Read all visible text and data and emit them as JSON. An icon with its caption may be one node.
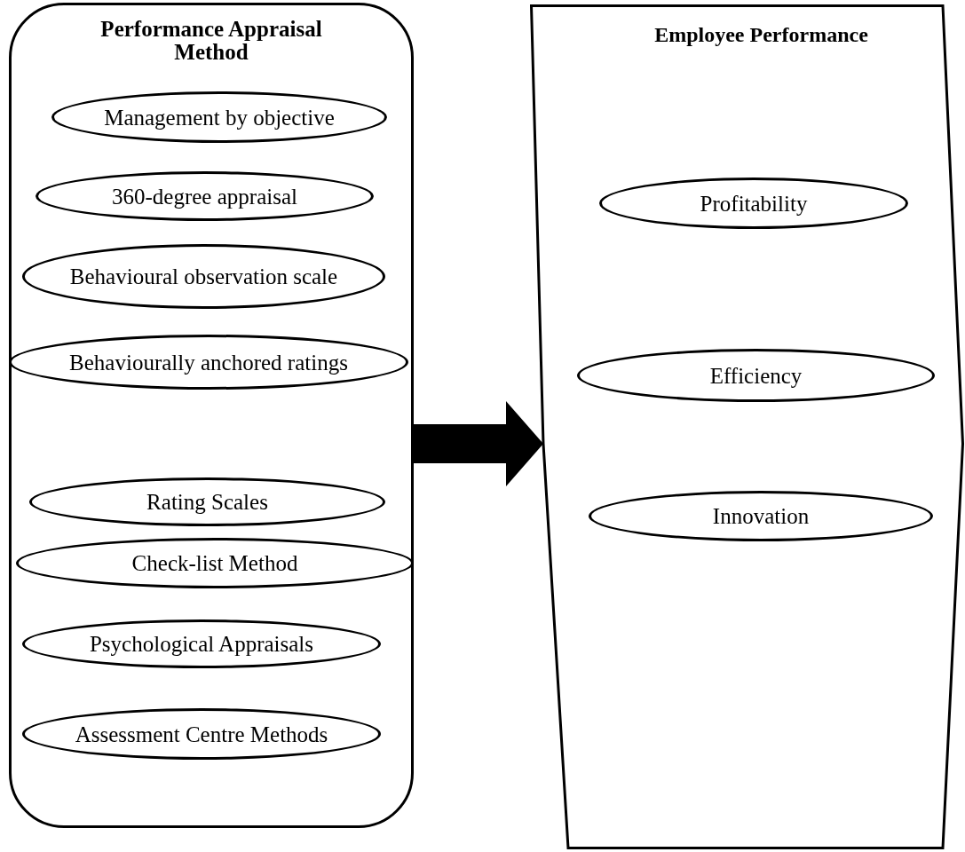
{
  "diagram": {
    "nodes": [
      {
        "text": [
          "Performance Appraisal Method"
        ]
      },
      {
        "text": [
          "Management by objective"
        ],
        "in": 0
      },
      {
        "text": [
          "360-degree appraisal"
        ],
        "in": 0
      },
      {
        "text": [
          "Behavioural observation scale"
        ],
        "in": 0
      },
      {
        "text": [
          "Behaviourally anchored ratings"
        ],
        "in": 0
      },
      {
        "text": [
          "Rating Scales"
        ],
        "in": 0
      },
      {
        "text": [
          "Check-list Method"
        ],
        "in": 0
      },
      {
        "text": [
          "Psychological Appraisals"
        ],
        "in": 0
      },
      {
        "text": [
          "Assessment Centre Methods"
        ],
        "in": 0
      },
      {
        "text": [
          "Employee Performance"
        ]
      },
      {
        "text": [
          "Profitability"
        ],
        "in": 9
      },
      {
        "text": [
          "Efficiency"
        ],
        "in": 9
      },
      {
        "text": [
          "Innovation"
        ],
        "in": 9
      }
    ],
    "edges": [
      {
        "from": 0,
        "to": 9,
        "arrow": "to",
        "style": "thick"
      }
    ]
  }
}
